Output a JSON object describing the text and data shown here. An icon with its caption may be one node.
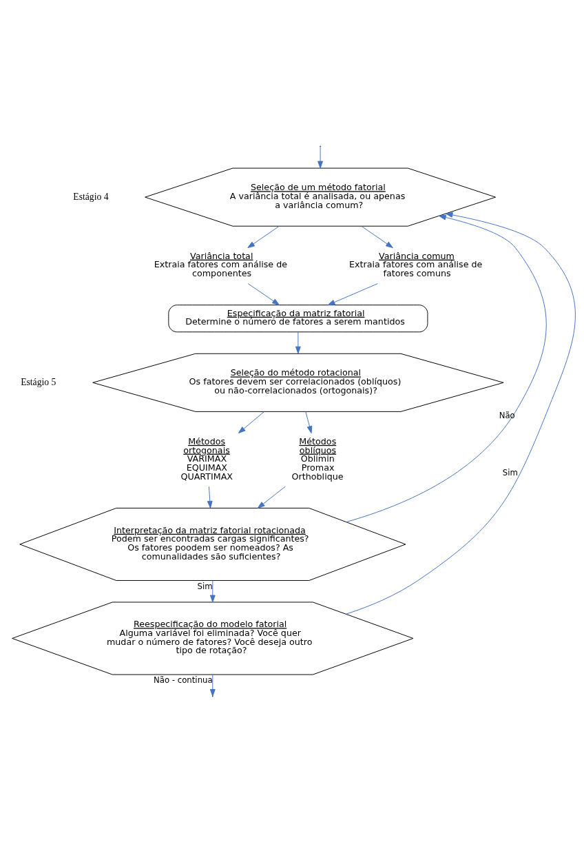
{
  "diagram": {
    "nodes": [
      {
        "text": [
          "Seleção de um método fatorial",
          "A variância total é analisada, ou apenas a variância comum?"
        ]
      },
      {
        "text": [
          "Variância total",
          "Extraia fatores com análise de componentes"
        ]
      },
      {
        "text": [
          "Variância comum",
          "Extraia fatores com análise de fatores comuns"
        ]
      },
      {
        "text": [
          "Especificação da matriz fatorial",
          "Determine o número de fatores a serem mantidos"
        ]
      },
      {
        "text": [
          "Seleção do método rotacional",
          "Os fatores devem ser correlacionados (oblíquos) ou não-correlacionados (ortogonais)?"
        ]
      },
      {
        "text": [
          "Métodos ortogonais",
          "VARIMAX EQUIMAX QUARTIMAX"
        ]
      },
      {
        "text": [
          "Métodos oblíquos",
          "Oblimin Promax Orthoblique"
        ]
      },
      {
        "text": [
          "Interpretação da matriz fatorial rotacionada",
          "Podem ser encontradas cargas significantes? Os fatores poodem ser nomeados? As comunalidades são suficientes?"
        ]
      },
      {
        "text": [
          "Reespecificação do modelo fatorial",
          "Alguma variável foi eliminada? Você quer mudar o número de fatores? Você deseja outro tipo de rotação?"
        ]
      }
    ],
    "edges": [
      {
        "from": null,
        "to": 0,
        "arrow": "to"
      },
      {
        "from": 0,
        "to": 1,
        "arrow": "to"
      },
      {
        "from": 0,
        "to": 2,
        "arrow": "to"
      },
      {
        "from": 1,
        "to": 3,
        "arrow": "to"
      },
      {
        "from": 2,
        "to": 3,
        "arrow": "to"
      },
      {
        "from": 3,
        "to": 4,
        "arrow": "to"
      },
      {
        "from": 4,
        "to": 5,
        "arrow": "to"
      },
      {
        "from": 4,
        "to": 6,
        "arrow": "to"
      },
      {
        "from": 5,
        "to": 7,
        "arrow": "to"
      },
      {
        "from": 6,
        "to": 7,
        "arrow": "to"
      },
      {
        "from": 7,
        "to": 0,
        "arrow": "to",
        "label": "Não"
      },
      {
        "from": 7,
        "to": 8,
        "arrow": "to",
        "label": "Sim"
      },
      {
        "from": 8,
        "to": 0,
        "arrow": "to",
        "label": "Sim"
      },
      {
        "from": 8,
        "to": null,
        "arrow": "to",
        "label": "Não - continua"
      }
    ],
    "labels": [
      "Estágio 4",
      "Estágio 5"
    ]
  }
}
